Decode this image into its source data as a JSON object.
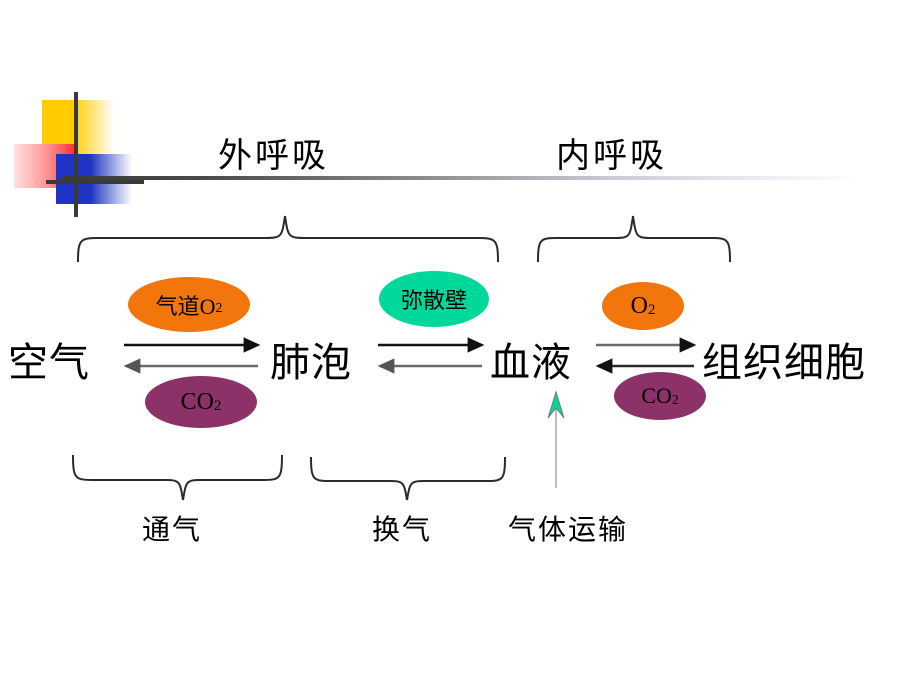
{
  "slide": {
    "headings": [
      {
        "id": "outer",
        "text": "外呼吸"
      },
      {
        "id": "inner",
        "text": "内呼吸"
      }
    ],
    "terms": [
      {
        "id": "air",
        "text": "空气"
      },
      {
        "id": "alveoli",
        "text": "肺泡"
      },
      {
        "id": "blood",
        "text": "血液"
      },
      {
        "id": "tissue",
        "text": "组织细胞"
      }
    ],
    "ellipses": [
      {
        "id": "airway-o2",
        "text": "气道O",
        "sub": "2",
        "color": "#f2760c"
      },
      {
        "id": "co2-left",
        "text": "CO",
        "sub": "2",
        "color": "#8c3268"
      },
      {
        "id": "diffusion-wall",
        "text": "弥散壁",
        "sub": "",
        "color": "#00d79a"
      },
      {
        "id": "o2-right",
        "text": "O",
        "sub": "2",
        "color": "#f2760c"
      },
      {
        "id": "co2-right",
        "text": "CO",
        "sub": "2",
        "color": "#8c3268"
      }
    ],
    "bottom_labels": [
      {
        "id": "ventilation",
        "text": "通气"
      },
      {
        "id": "exchange",
        "text": "换气"
      },
      {
        "id": "transport",
        "text": "气体运输"
      }
    ],
    "arrow_pairs": [
      {
        "id": "air-alveoli",
        "top_direction": "right",
        "bottom_direction": "left"
      },
      {
        "id": "alveoli-blood",
        "top_direction": "right",
        "bottom_direction": "left"
      },
      {
        "id": "blood-tissue",
        "top_direction": "right",
        "bottom_direction": "left"
      }
    ],
    "green_arrow": {
      "id": "gas-transport-arrow",
      "direction": "up",
      "color": "#00d79a"
    },
    "colors": {
      "orange": "#f2760c",
      "purple": "#8c3268",
      "green": "#00d79a",
      "line_dark": "#3a3a3a",
      "arrow_gray": "#6a6a6a",
      "text": "#000000",
      "background": "#ffffff"
    }
  }
}
